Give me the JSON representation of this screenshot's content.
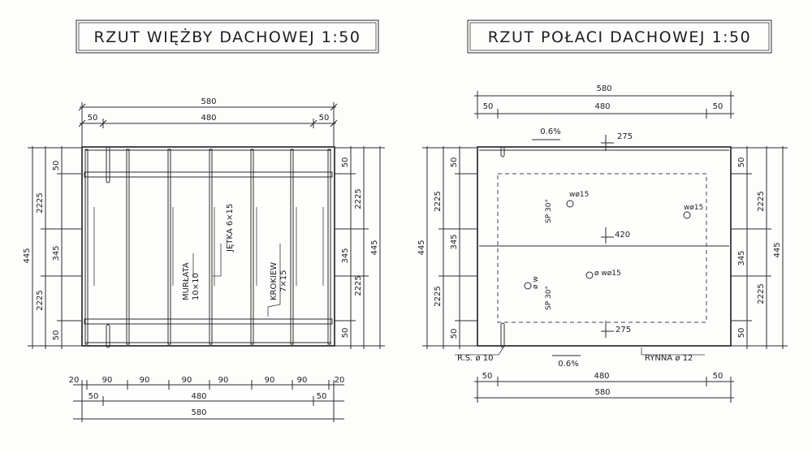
{
  "left": {
    "title": "RZUT WIĘŻBY DACHOWEJ 1:50",
    "dims_top": {
      "total": "580",
      "side_left": "50",
      "middle": "480",
      "side_right": "50"
    },
    "dims_left": {
      "total": "445",
      "top_wall": "50",
      "upper": "2225",
      "middle": "345",
      "lower": "2225",
      "bottom_wall": "50"
    },
    "dims_right": {
      "top_wall": "50",
      "upper": "2225",
      "middle": "345",
      "lower": "2225",
      "bottom_wall": "50",
      "total": "445"
    },
    "dims_bottom": {
      "spacings": [
        "20",
        "90",
        "90",
        "90",
        "90",
        "90",
        "90",
        "20"
      ],
      "side_left": "50",
      "middle": "480",
      "side_right": "50",
      "total": "580"
    },
    "labels": {
      "murlata": "MURŁATA",
      "murlata_size": "10×10",
      "jetka": "JĘTKA 6×15",
      "krokiew": "KROKIEW",
      "krokiew_size": "7×15"
    }
  },
  "right": {
    "title": "RZUT POŁACI DACHOWEJ 1:50",
    "dims_top": {
      "total": "580",
      "side_left": "50",
      "middle": "480",
      "side_right": "50"
    },
    "dims_left": {
      "total": "445",
      "top_wall": "50",
      "upper": "2225",
      "middle": "345",
      "lower": "2225",
      "bottom_wall": "50"
    },
    "dims_right": {
      "top_wall": "50",
      "upper": "2225",
      "middle": "345",
      "lower": "2225",
      "bottom_wall": "50",
      "total": "445"
    },
    "dims_bottom": {
      "side_left": "50",
      "middle": "480",
      "side_right": "50",
      "total": "580"
    },
    "annotations": {
      "slope_top": "0.6%",
      "slope_bottom": "0.6%",
      "level_top": "275",
      "level_mid": "420",
      "level_bottom": "275",
      "sp_upper": "SP 30°",
      "sp_lower": "SP 30°",
      "vent_a": "wø15",
      "vent_b": "wø15",
      "vent_c": "ø wø15",
      "vent_d": "ø w",
      "rs": "R.S. ø 10",
      "rynna": "RYNNA ø 12"
    }
  }
}
